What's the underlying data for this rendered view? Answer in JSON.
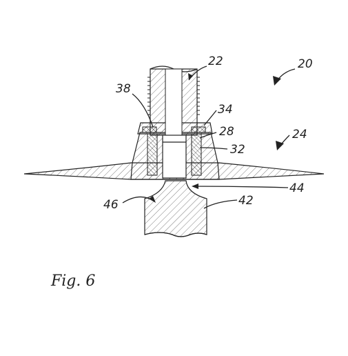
{
  "labels": {
    "n20": "20",
    "n22": "22",
    "n24": "24",
    "n28": "28",
    "n32": "32",
    "n34": "34",
    "n38": "38",
    "n42": "42",
    "n44": "44",
    "n46": "46"
  },
  "caption": "Fig. 6"
}
